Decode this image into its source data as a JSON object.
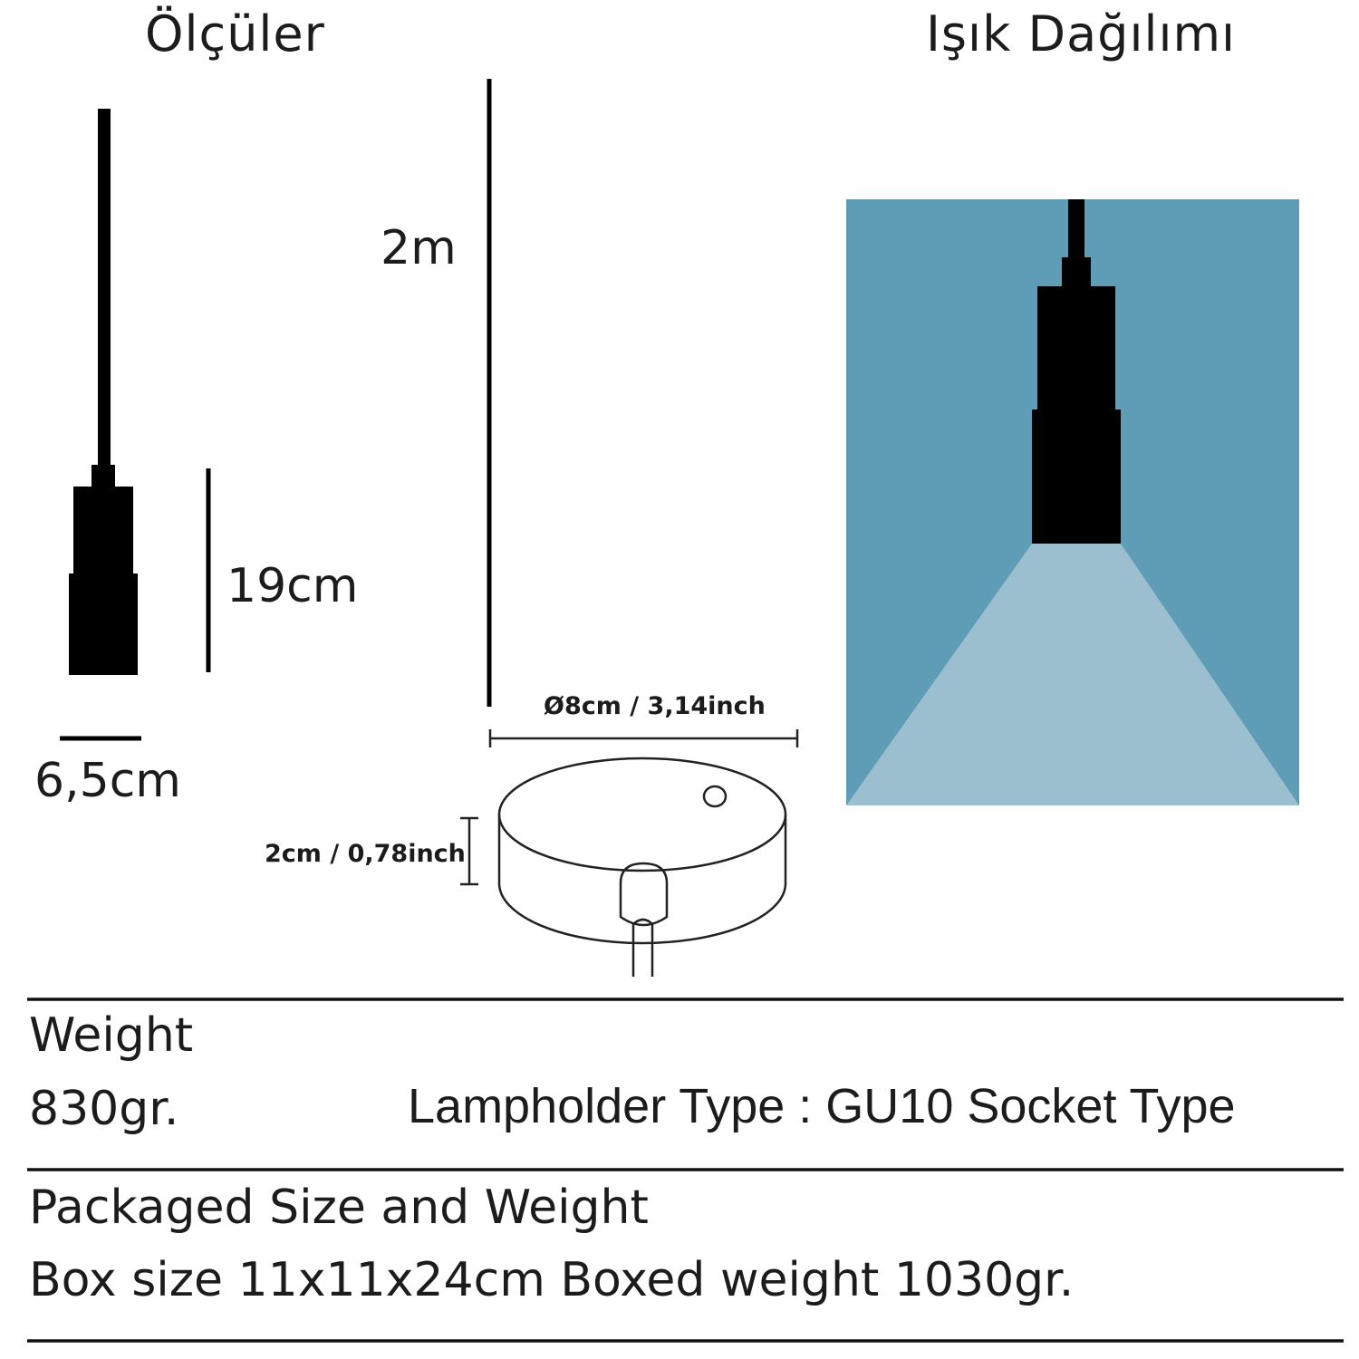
{
  "headings": {
    "dimensions": "Ölçüler",
    "light_distribution": "Işık Dağılımı"
  },
  "dimensions": {
    "cable_length": "2m",
    "fixture_height": "19cm",
    "fixture_width": "6,5cm",
    "canopy_diameter": "Ø8cm / 3,14inch",
    "canopy_height": "2cm / 0,78inch"
  },
  "specs": {
    "weight_label": "Weight",
    "weight_value": "830gr.",
    "lampholder": "Lampholder Type : GU10 Socket Type",
    "packaged_label": "Packaged Size and Weight",
    "packaged_value": "Box size 11x11x24cm Boxed weight 1030gr."
  },
  "colors": {
    "light_panel": "#5f9cb5",
    "light_beam": "#9bbfcf",
    "ink": "#000000"
  }
}
